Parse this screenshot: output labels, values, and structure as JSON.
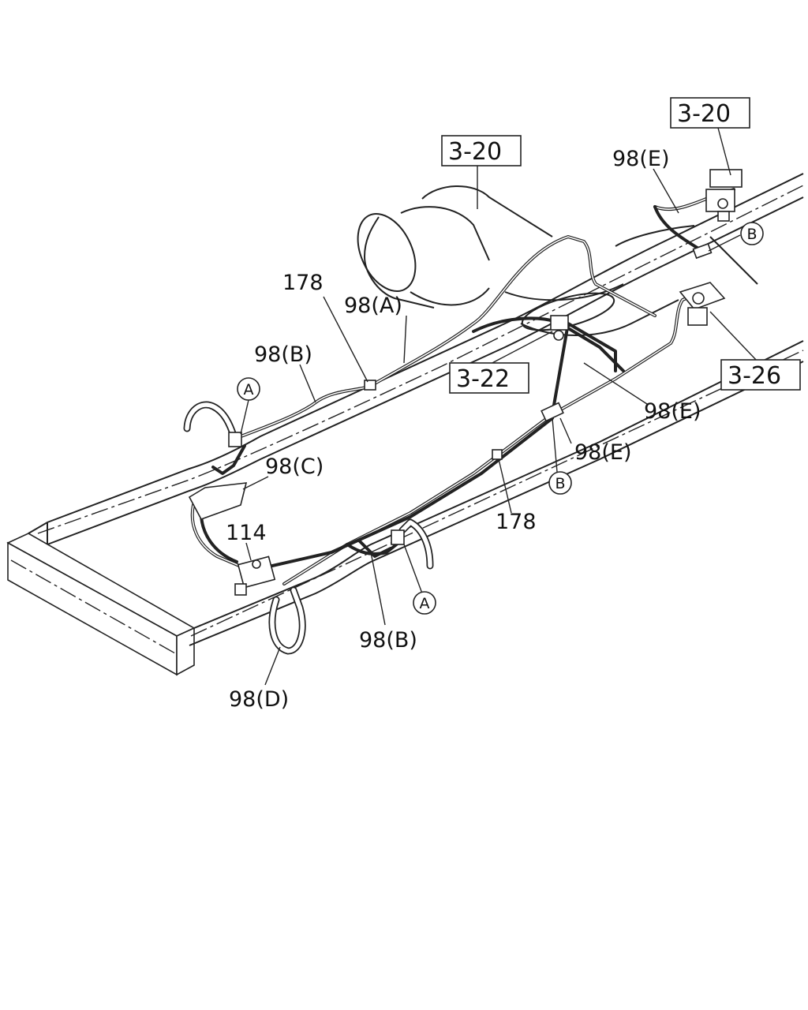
{
  "callouts": {
    "ref_3_20_top": "3-20",
    "ref_3_20_mid": "3-20",
    "ref_3_22": "3-22",
    "ref_3_26": "3-26",
    "p98e_top": "98(E)",
    "p98e_mid": "98(E)",
    "p98e_low": "98(E)",
    "p178_top": "178",
    "p178_low": "178",
    "p98a": "98(A)",
    "p98b_top": "98(B)",
    "p98b_low": "98(B)",
    "p98c": "98(C)",
    "p98d": "98(D)",
    "p114": "114",
    "circle_a_left": "A",
    "circle_a_low": "A",
    "circle_b_right": "B",
    "circle_b_mid": "B"
  }
}
